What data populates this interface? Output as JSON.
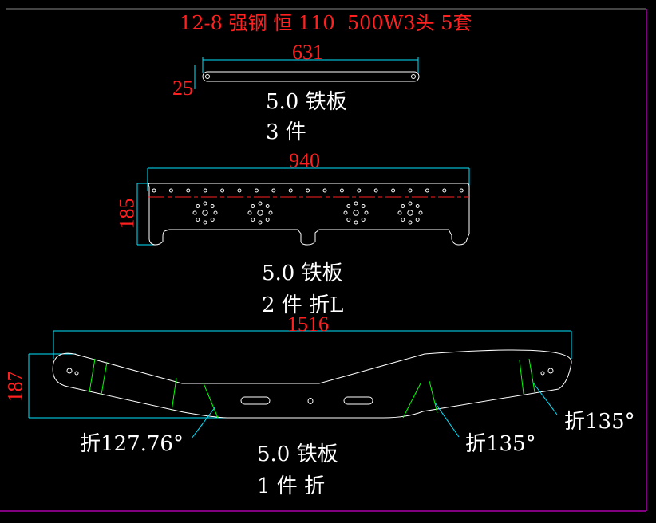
{
  "title": "12-8 强钢 恒 110  500W3头 5套",
  "parts": [
    {
      "dimensions": {
        "length": "631",
        "width": "25"
      },
      "material": "5.0 铁板",
      "quantity": "3 件"
    },
    {
      "dimensions": {
        "length": "940",
        "height": "185"
      },
      "material": "5.0 铁板",
      "quantity": "2 件 折L"
    },
    {
      "dimensions": {
        "length": "1516",
        "height": "187"
      },
      "material": "5.0 铁板",
      "quantity": "1 件 折",
      "bend_notes": [
        "折127.76°",
        "折135°",
        "折135°"
      ]
    }
  ],
  "colors": {
    "dimension": "#ff2020",
    "dimline": "#00e5ff",
    "outline": "#ffffff",
    "bend": "#00ff00",
    "frame": "#ff00ff"
  }
}
